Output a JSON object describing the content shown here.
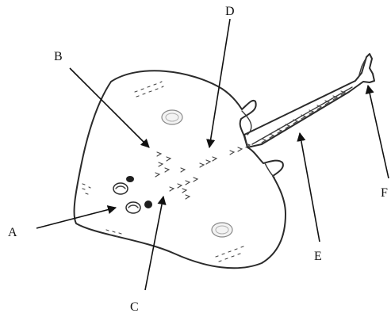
{
  "figure": {
    "subject": "stingray",
    "labels": {
      "A": "A",
      "B": "B",
      "C": "C",
      "D": "D",
      "E": "E",
      "F": "F"
    }
  }
}
